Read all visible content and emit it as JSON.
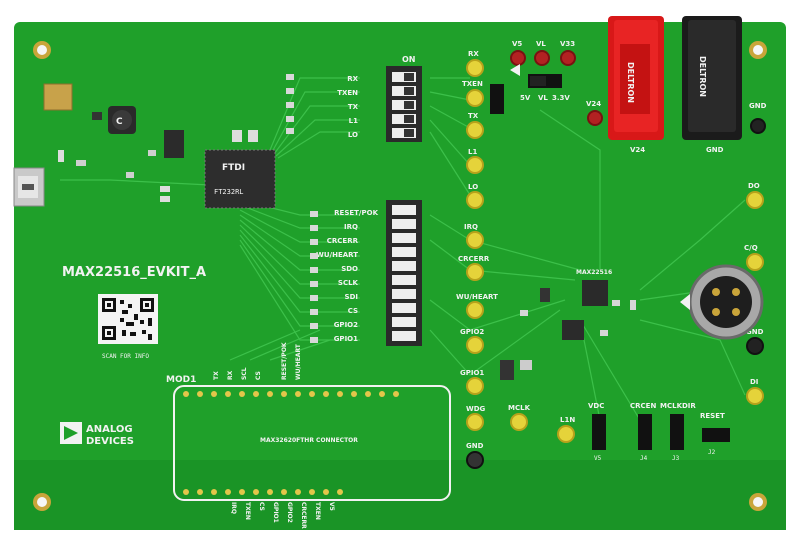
{
  "board": {
    "name": "MAX22516_EVKIT_A",
    "module_label": "MOD1",
    "scan_label": "SCAN FOR INFO",
    "connector_label": "MAX32620FTHR CONNECTOR",
    "logo_line1": "ANALOG",
    "logo_line2": "DEVICES",
    "ic_label": "MAX22516",
    "ftdi_label": "FTDI",
    "ftdi_part": "FT232RL",
    "switch1_on": "ON",
    "colors": {
      "pcb": "#1fa02a",
      "pcb_dark": "#168a22",
      "silk": "#f2f2f2"
    }
  },
  "top_switch_labels": [
    "RX",
    "TXEN",
    "TX",
    "L1",
    "LO"
  ],
  "mid_switch_labels": [
    "RESET/POK",
    "IRQ",
    "CRCERR",
    "WU/HEART",
    "SDO",
    "SCLK",
    "SDI",
    "CS",
    "GPIO2",
    "GPIO1"
  ],
  "test_points": {
    "right_column": [
      "RX",
      "TXEN",
      "TX",
      "L1",
      "LO",
      "IRQ",
      "CRCERR",
      "WU/HEART",
      "GPIO2",
      "GPIO1",
      "WDG",
      "GND"
    ],
    "supply": [
      "V5",
      "VL",
      "V33",
      "V24"
    ],
    "io_link": [
      "DO",
      "C/Q",
      "GND",
      "DI"
    ],
    "misc": [
      "GND",
      "MCLK",
      "L1N"
    ]
  },
  "jumpers": {
    "vl_select": [
      "5V",
      "VL",
      "3.3V"
    ],
    "bottom": [
      "VDC",
      "CRCEN",
      "MCLKDIR",
      "RESET"
    ],
    "bottom_refs": [
      "V5",
      "J4",
      "J3",
      "J2"
    ]
  },
  "banana": {
    "red_label": "V24",
    "black_label": "GND",
    "brand": "DELTRON"
  },
  "header_labels_top": [
    "TX",
    "RX",
    "SCL",
    "CS",
    "RESET/POK",
    "WU/HEART"
  ],
  "header_labels_bottom": [
    "IRQ",
    "TXEN",
    "CS",
    "GPIO1",
    "GPIO2",
    "CRCERR",
    "TXEN",
    "V5"
  ]
}
